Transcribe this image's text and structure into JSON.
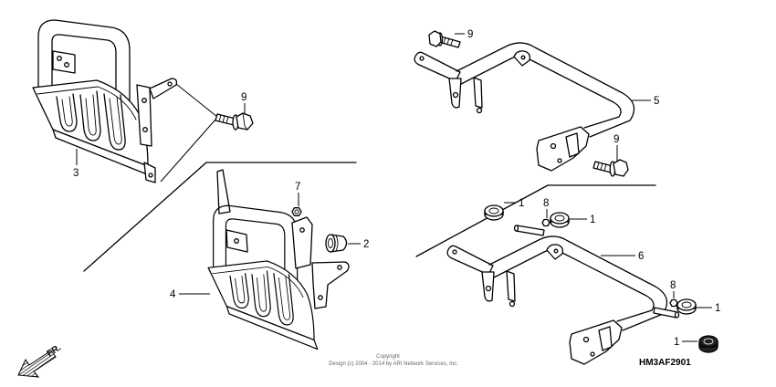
{
  "diagram": {
    "id_code": "HM3AF2901",
    "copyright_line1": "Copyright",
    "copyright_line2": "Design (c) 2004 - 2014 by ARI Network Services, Inc.",
    "front_direction": "FR."
  },
  "callouts": [
    {
      "label": "3"
    },
    {
      "label": "9"
    },
    {
      "label": "4"
    },
    {
      "label": "7"
    },
    {
      "label": "2"
    },
    {
      "label": "9"
    },
    {
      "label": "5"
    },
    {
      "label": "9"
    },
    {
      "label": "6"
    },
    {
      "label": "1"
    },
    {
      "label": "8"
    },
    {
      "label": "1"
    },
    {
      "label": "8"
    },
    {
      "label": "1"
    },
    {
      "label": "1"
    }
  ],
  "colors": {
    "line": "#000000",
    "background": "#ffffff",
    "copyright_text": "#666666"
  },
  "icons": {
    "front_arrow": "front-direction-arrow-icon"
  }
}
